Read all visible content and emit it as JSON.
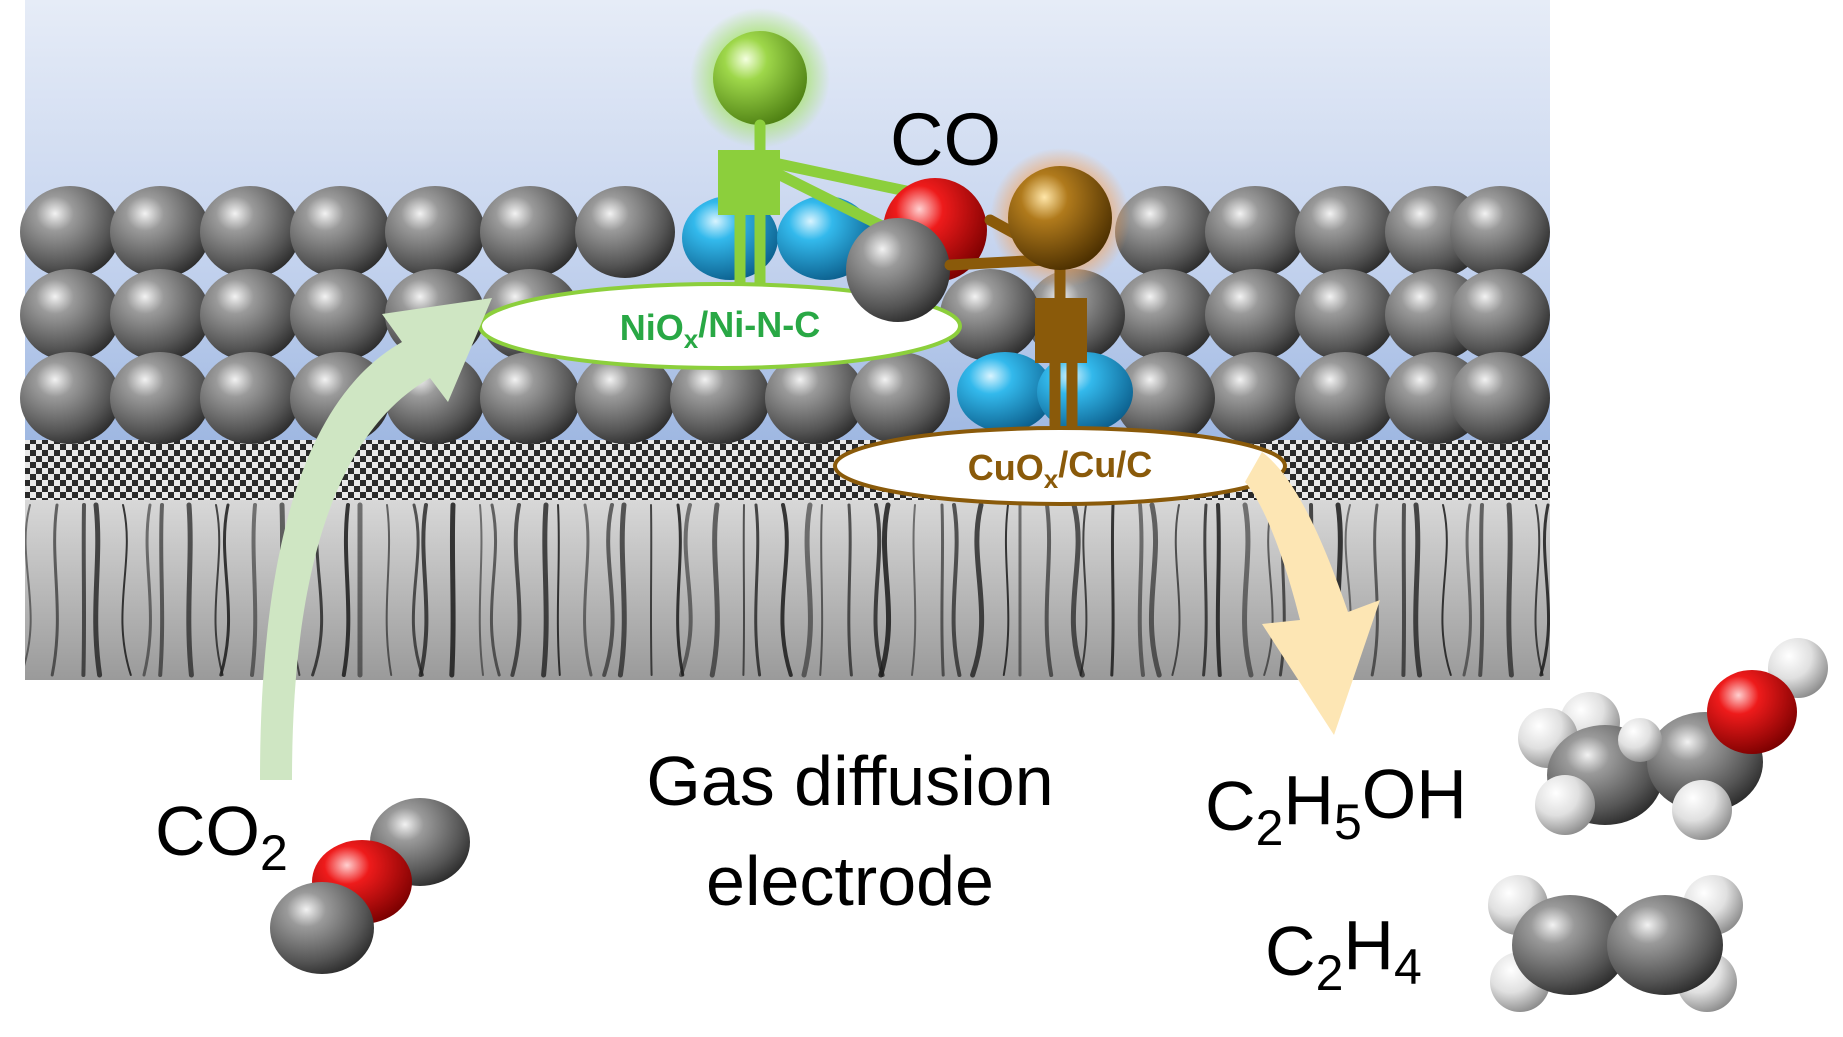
{
  "labels": {
    "co": "CO",
    "nickel_site": "NiOx/Ni-N-C",
    "copper_site": "CuOx/Cu/C",
    "gde_line1": "Gas diffusion",
    "gde_line2": "electrode",
    "co2": "CO2",
    "ethanol": "C2H5OH",
    "ethylene": "C2H4"
  },
  "colors": {
    "carbon_gray": "#6f6f6f",
    "electrolyte_top": "#dfe6f4",
    "electrolyte_bottom": "#b9cbea",
    "nickel_green": "#8ccf3c",
    "nickel_label_green": "#29a845",
    "copper_brown": "#8a5a0a",
    "oxygen_red": "#e10c0c",
    "nitrogen_cyan": "#1aa6e0",
    "co2_arrow": "#cfe6c3",
    "product_arrow": "#fde6b4"
  },
  "icons": {
    "nickel_atom": "green-sphere-icon",
    "copper_atom": "brown-sphere-icon",
    "co_molecule": "co-molecule-icon",
    "co2_molecule": "co2-molecule-icon",
    "ethanol_molecule": "ethanol-molecule-icon",
    "ethylene_molecule": "ethylene-molecule-icon"
  }
}
